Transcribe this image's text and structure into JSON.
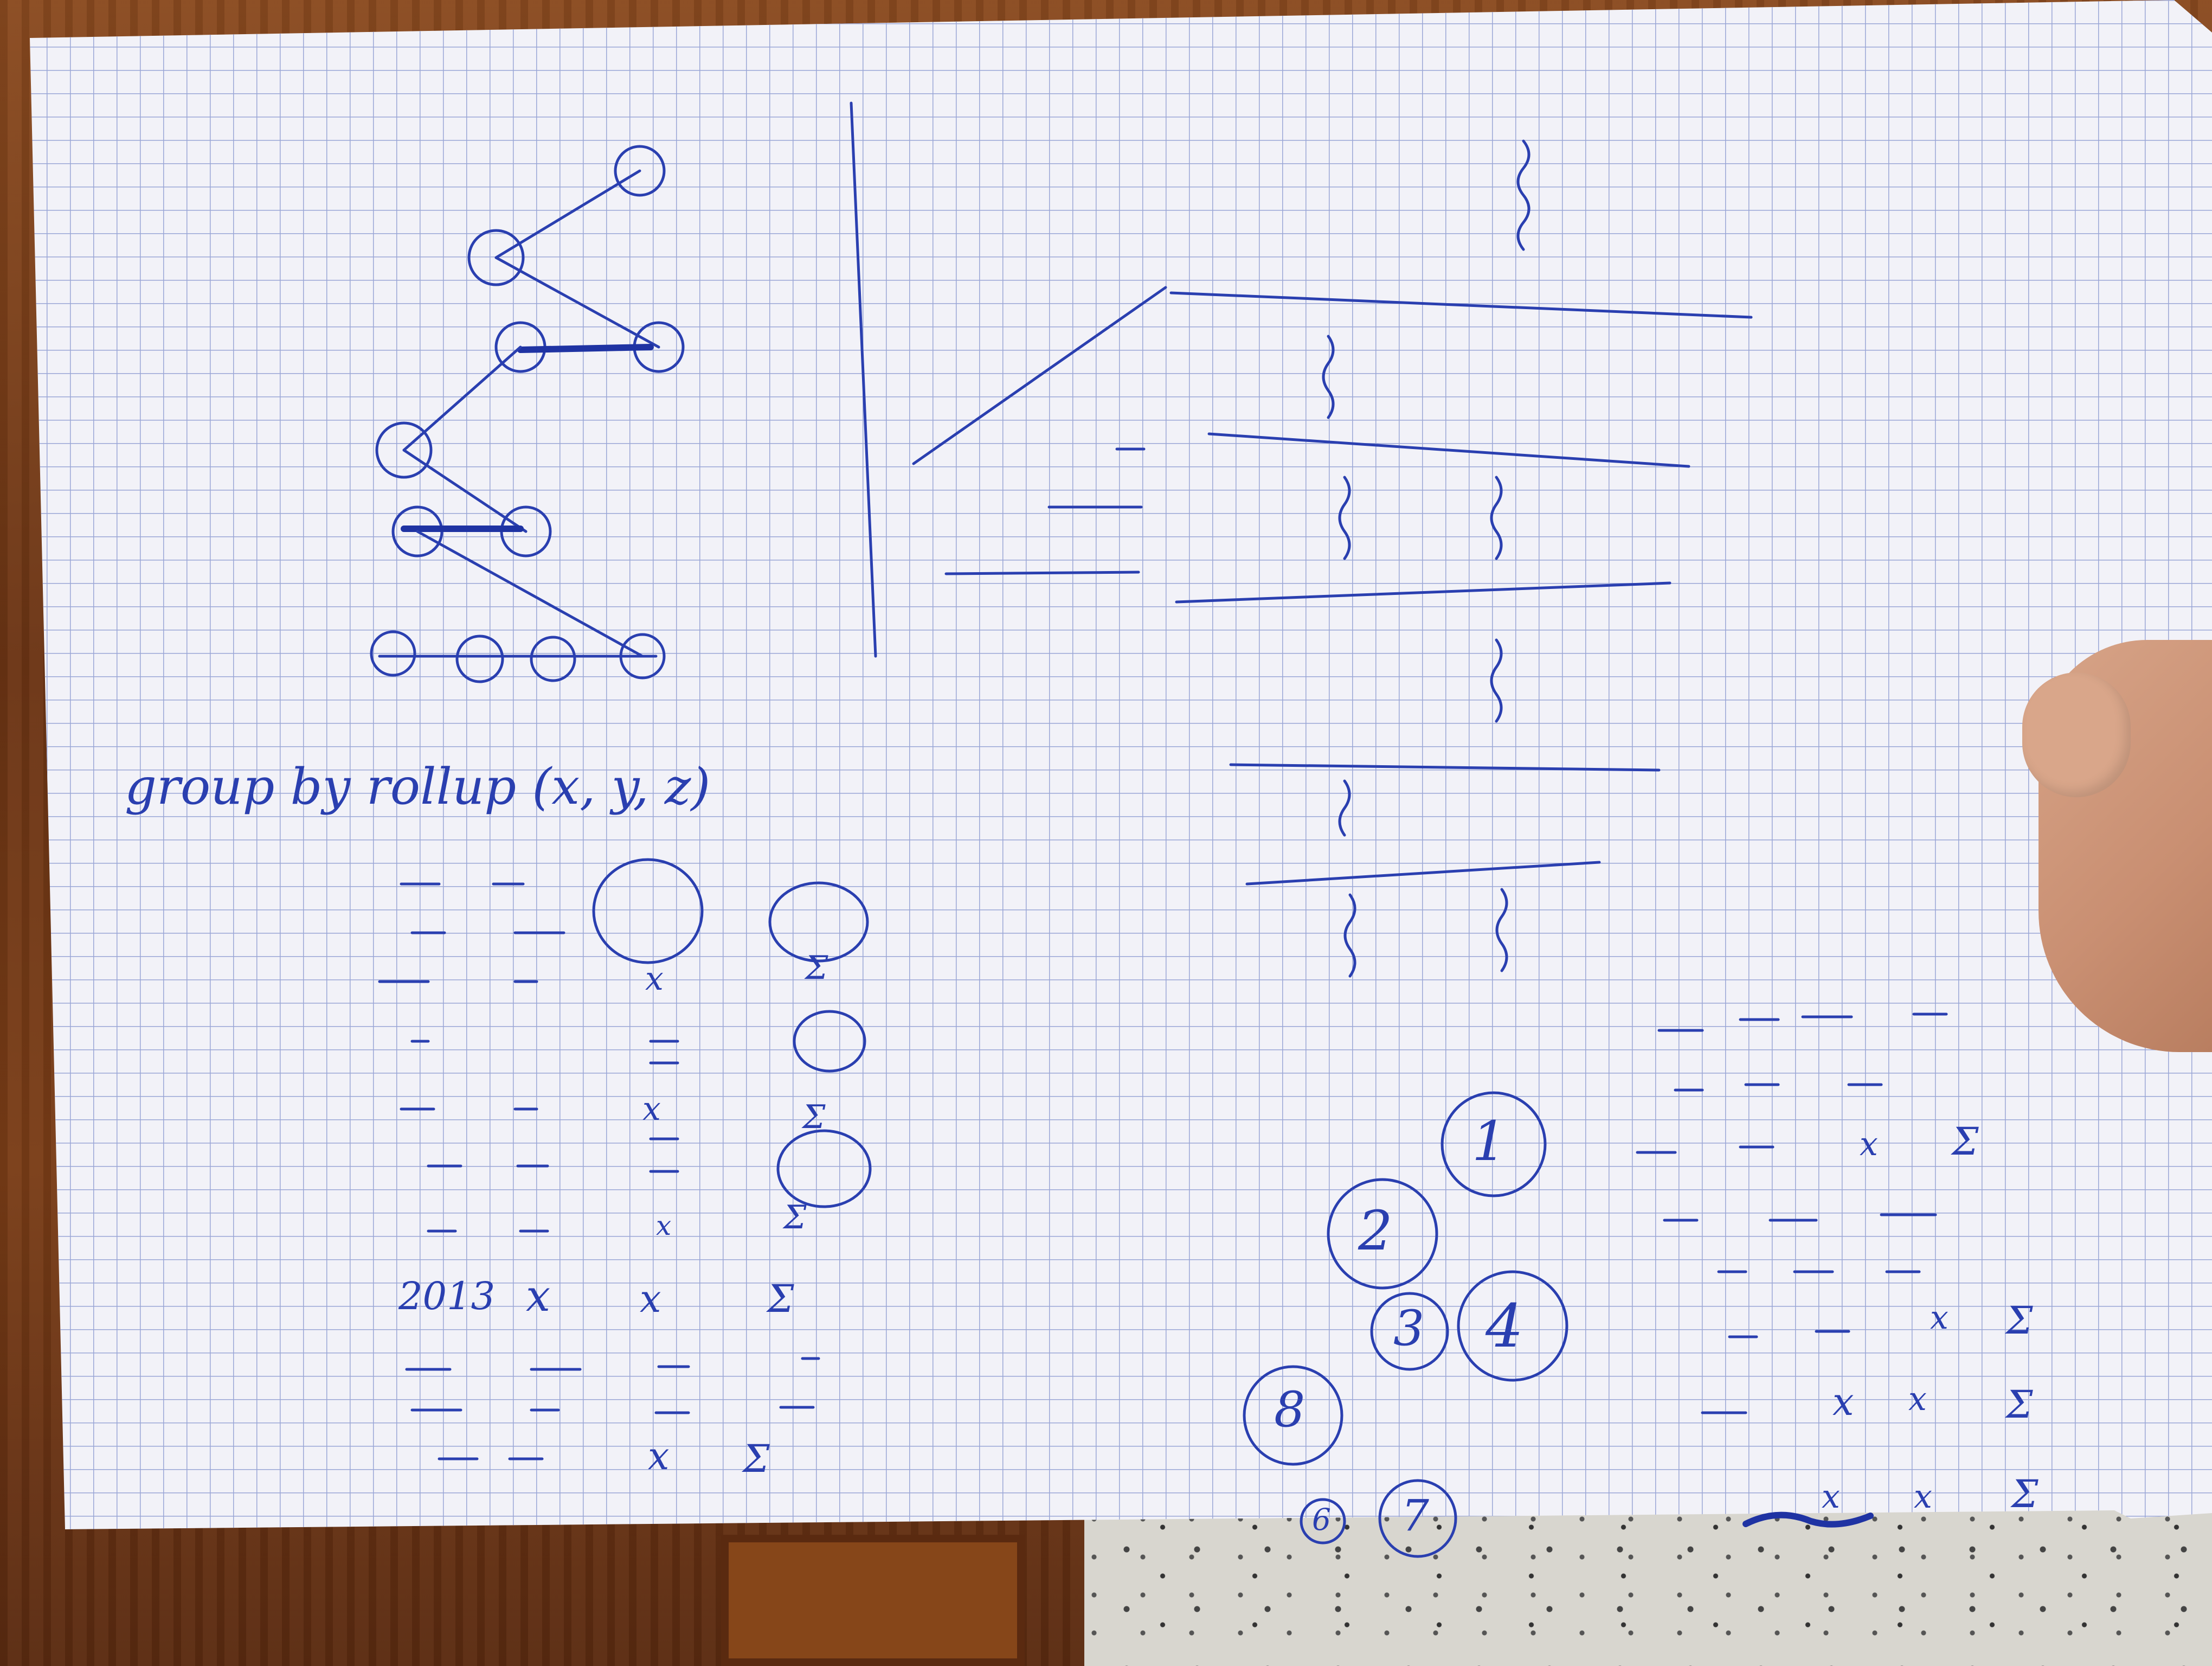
{
  "notes": {
    "query": "group by rollup (x, y, z)",
    "year": "2013",
    "sym_x": "x",
    "sym_sum": "Σ",
    "numbers": [
      "1",
      "2",
      "3",
      "4",
      "8",
      "6",
      "7"
    ]
  },
  "colors": {
    "ink": "#2a3fb0",
    "paper": "#f2f2f8",
    "grid": "#9aa6d6",
    "wood": "#7a3d17",
    "counter": "#d8d6cf"
  }
}
